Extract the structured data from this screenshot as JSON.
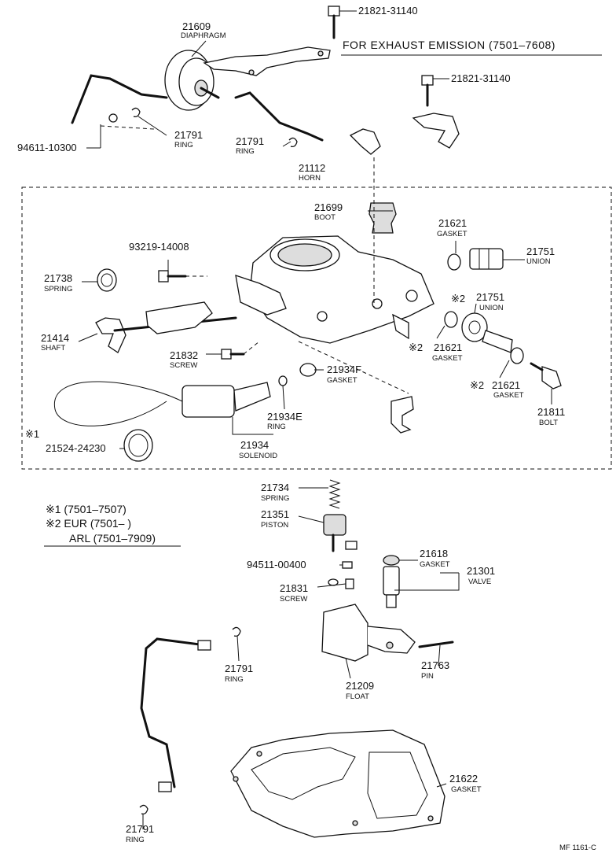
{
  "header": {
    "title": "FOR  EXHAUST  EMISSION (7501–7608)"
  },
  "callouts": {
    "c21609": {
      "num": "21609",
      "name": "DIAPHRAGM"
    },
    "c21821a": {
      "num": "21821-31140"
    },
    "c21821b": {
      "num": "21821-31140"
    },
    "c94611": {
      "num": "94611-10300"
    },
    "c21791a": {
      "num": "21791",
      "name": "RING"
    },
    "c21791b": {
      "num": "21791",
      "name": "RING"
    },
    "c21112": {
      "num": "21112",
      "name": "HORN"
    },
    "c21699": {
      "num": "21699",
      "name": "BOOT"
    },
    "c21621a": {
      "num": "21621",
      "name": "GASKET"
    },
    "c21751a": {
      "num": "21751",
      "name": "UNION"
    },
    "c93219": {
      "num": "93219-14008"
    },
    "c21738": {
      "num": "21738",
      "name": "SPRING"
    },
    "c21751b": {
      "num": "21751",
      "name": "UNION",
      "mark": "※2"
    },
    "c21414": {
      "num": "21414",
      "name": "SHAFT"
    },
    "c21621b": {
      "num": "21621",
      "name": "GASKET",
      "mark": "※2"
    },
    "c21832": {
      "num": "21832",
      "name": "SCREW"
    },
    "c21934f": {
      "num": "21934F",
      "name": "GASKET"
    },
    "c21621c": {
      "num": "21621",
      "name": "GASKET",
      "mark": "※2"
    },
    "c21811": {
      "num": "21811",
      "name": "BOLT"
    },
    "c21934e": {
      "num": "21934E",
      "name": "RING"
    },
    "mark1": {
      "mark": "※1"
    },
    "c21934": {
      "num": "21934",
      "name": "SOLENOID"
    },
    "c21524": {
      "num": "21524-24230"
    },
    "c21734": {
      "num": "21734",
      "name": "SPRING"
    },
    "c21351": {
      "num": "21351",
      "name": "PISTON"
    },
    "c94511": {
      "num": "94511-00400"
    },
    "c21618": {
      "num": "21618",
      "name": "GASKET"
    },
    "c21301": {
      "num": "21301",
      "name": "VALVE"
    },
    "c21831": {
      "num": "21831",
      "name": "SCREW"
    },
    "c21791c": {
      "num": "21791",
      "name": "RING"
    },
    "c21763": {
      "num": "21763",
      "name": "PIN"
    },
    "c21209": {
      "num": "21209",
      "name": "FLOAT"
    },
    "c21622": {
      "num": "21622",
      "name": "GASKET"
    },
    "c21791d": {
      "num": "21791",
      "name": "RING"
    }
  },
  "notes": {
    "n1": "※1 (7501–7507)",
    "n2": "※2 EUR (7501–        )",
    "n3": "ARL (7501–7909)"
  },
  "footer": {
    "code": "MF  1161-C"
  }
}
